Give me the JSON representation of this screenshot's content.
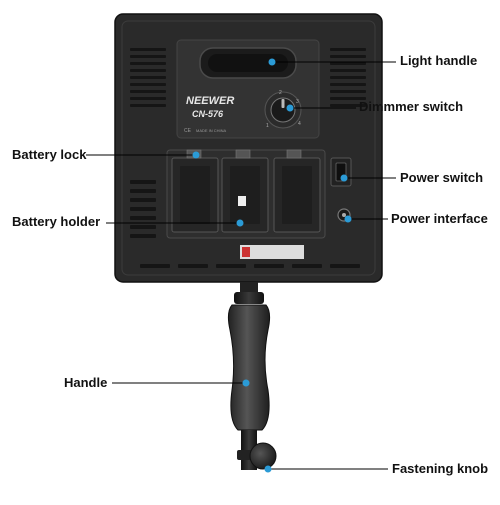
{
  "product": {
    "brand": "NEEWER",
    "model": "CN-576",
    "made_in": "MADE IN CHINA",
    "dial_marks": [
      "1",
      "2",
      "3",
      "4"
    ]
  },
  "callouts": {
    "light_handle": "Light handle",
    "dimmer_switch": "Dimmmer switch",
    "power_switch": "Power switch",
    "power_interface": "Power interface",
    "battery_lock": "Battery lock",
    "battery_holder": "Battery holder",
    "handle": "Handle",
    "fastening_knob": "Fastening knob"
  },
  "colors": {
    "panel": "#2a2a2a",
    "panel_dark": "#1a1a1a",
    "grip": "#3a3a3a",
    "callout_dot": "#2b9bd6",
    "line": "#000000"
  }
}
